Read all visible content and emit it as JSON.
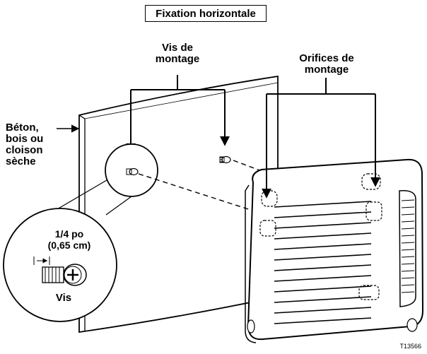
{
  "title": "Fixation horizontale",
  "labels": {
    "screws": "Vis de montage",
    "screws_line1": "Vis de",
    "screws_line2": "montage",
    "holes_line1": "Orifices de",
    "holes_line2": "montage",
    "wall_line1": "Béton,",
    "wall_line2": "bois ou",
    "wall_line3": "cloison",
    "wall_line4": "sèche",
    "size_line1": "1/4 po",
    "size_line2": "(0,65 cm)",
    "screw": "Vis"
  },
  "figure_code": "T13566"
}
